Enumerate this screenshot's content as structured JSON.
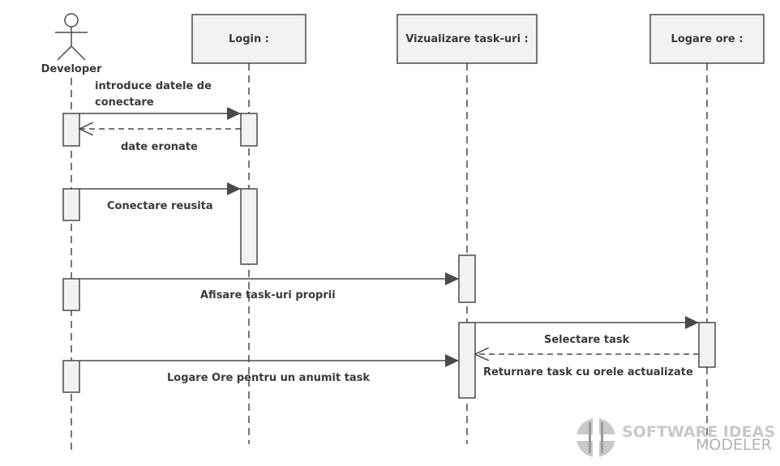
{
  "actor": {
    "name": "Developer"
  },
  "participants": [
    {
      "name": "Login :"
    },
    {
      "name": "Vizualizare task-uri :"
    },
    {
      "name": "Logare ore :"
    }
  ],
  "messages": [
    {
      "line1": "introduce datele de",
      "line2": "conectare",
      "kind": "sync"
    },
    {
      "text": "date eronate",
      "kind": "return"
    },
    {
      "text": "Conectare reusita",
      "kind": "sync"
    },
    {
      "text": "Afisare task-uri proprii",
      "kind": "sync"
    },
    {
      "text": "Selectare task",
      "kind": "sync"
    },
    {
      "text": "Returnare task cu orele actualizate",
      "kind": "return"
    },
    {
      "text": "Logare Ore pentru un anumit task",
      "kind": "sync"
    }
  ],
  "watermark": {
    "line1": "SOFTWARE IDEAS",
    "line2": "MODELER"
  },
  "colors": {
    "box_fill": "#f2f2f2",
    "line": "#4a4a4a",
    "text": "#3a3a3a"
  }
}
